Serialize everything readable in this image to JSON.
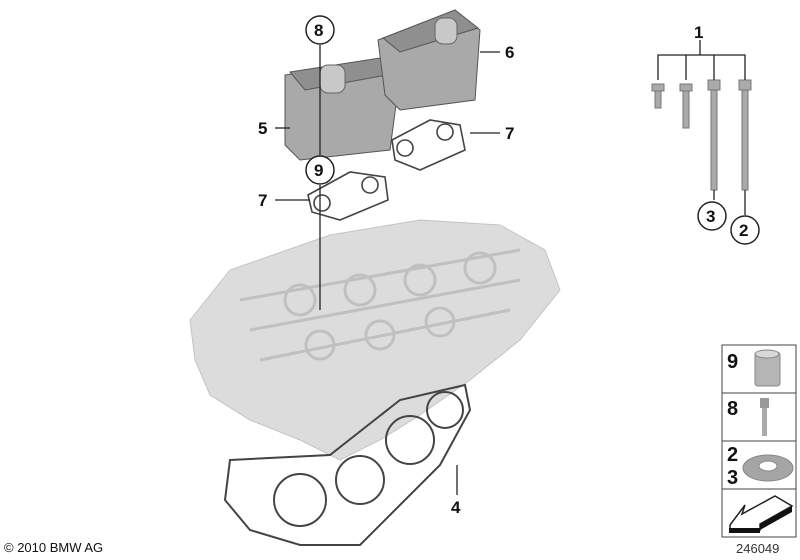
{
  "callouts": {
    "c1": "1",
    "c2": "2",
    "c3": "3",
    "c4": "4",
    "c5": "5",
    "c6": "6",
    "c7a": "7",
    "c7b": "7",
    "c8": "8",
    "c9": "9"
  },
  "legend": {
    "items": [
      {
        "label": "9",
        "icon": "sleeve-icon"
      },
      {
        "label": "8",
        "icon": "bolt-icon"
      },
      {
        "label_top": "2",
        "label_bottom": "3",
        "icon": "washer-icon"
      },
      {
        "icon": "arrow-icon"
      }
    ]
  },
  "footer": {
    "copyright": "© 2010 BMW AG",
    "diagram_id": "246049"
  },
  "colors": {
    "part_gray": "#b8b8b8",
    "head_gray": "#d9d9d9",
    "line": "#222222"
  }
}
